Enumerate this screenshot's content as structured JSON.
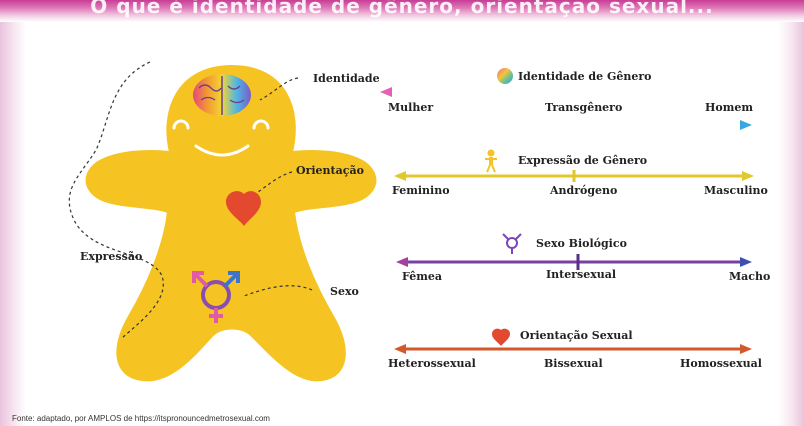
{
  "header": {
    "title_fragment": "O que é identidade de gênero, orientação sexual..."
  },
  "figure": {
    "labels": {
      "identidade": "Identidade",
      "orientacao": "Orientação",
      "expressao": "Expressão",
      "sexo": "Sexo"
    }
  },
  "scales": [
    {
      "title": "Identidade de Gênero",
      "left": "Mulher",
      "middle": "Transgênero",
      "right": "Homem"
    },
    {
      "title": "Expressão de Gênero",
      "left": "Feminino",
      "middle": "Andrógeno",
      "right": "Masculino"
    },
    {
      "title": "Sexo Biológico",
      "left": "Fêmea",
      "middle": "Intersexual",
      "right": "Macho"
    },
    {
      "title": "Orientação Sexual",
      "left": "Heterossexual",
      "middle": "Bissexual",
      "right": "Homossexual"
    }
  ],
  "colors": {
    "figure_fill": "#f5c422",
    "identity_scale": "#d96bc3",
    "expression_scale": "#e2c82a",
    "sex_scale": "#7a3fa3",
    "orientation_scale": "#d2592c",
    "heart": "#e2492f"
  },
  "footer": {
    "source": "Fonte: adaptado, por AMPLOS de https://itspronouncedmetrosexual.com"
  }
}
